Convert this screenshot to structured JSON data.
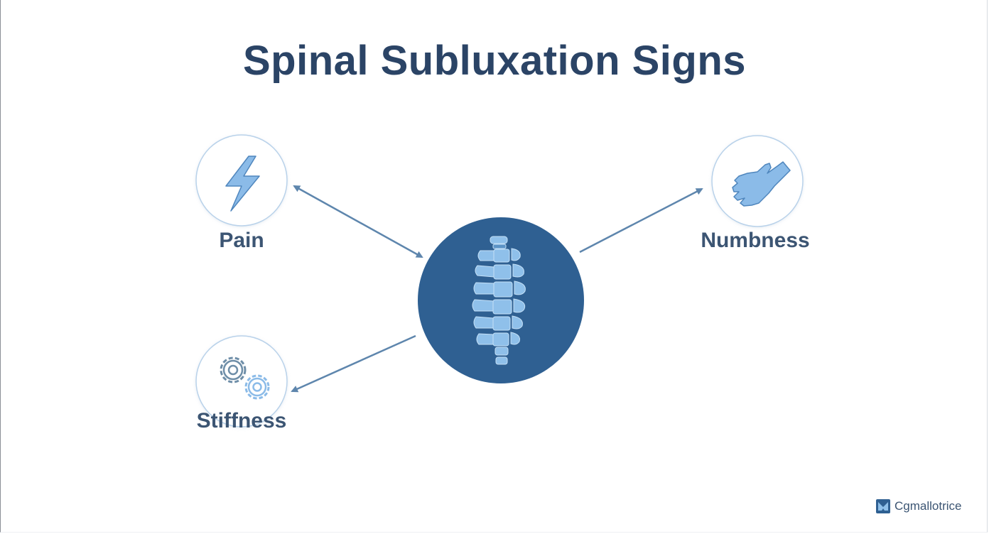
{
  "title": "Spinal Subluxation Signs",
  "signs": [
    {
      "label": "Pain",
      "icon": "lightning-bolt-icon"
    },
    {
      "label": "Numbness",
      "icon": "hand-icon"
    },
    {
      "label": "Stiffness",
      "icon": "gears-icon"
    }
  ],
  "center_icon": "spine-icon",
  "brand": {
    "name": "Cgmallotrice",
    "icon": "brand-logo-icon"
  },
  "colors": {
    "title": "#2b4466",
    "center_fill": "#2f6092",
    "icon_fill": "#8bbbe8",
    "arrow": "#5e86ad",
    "circle_stroke": "#b9d2ea"
  }
}
